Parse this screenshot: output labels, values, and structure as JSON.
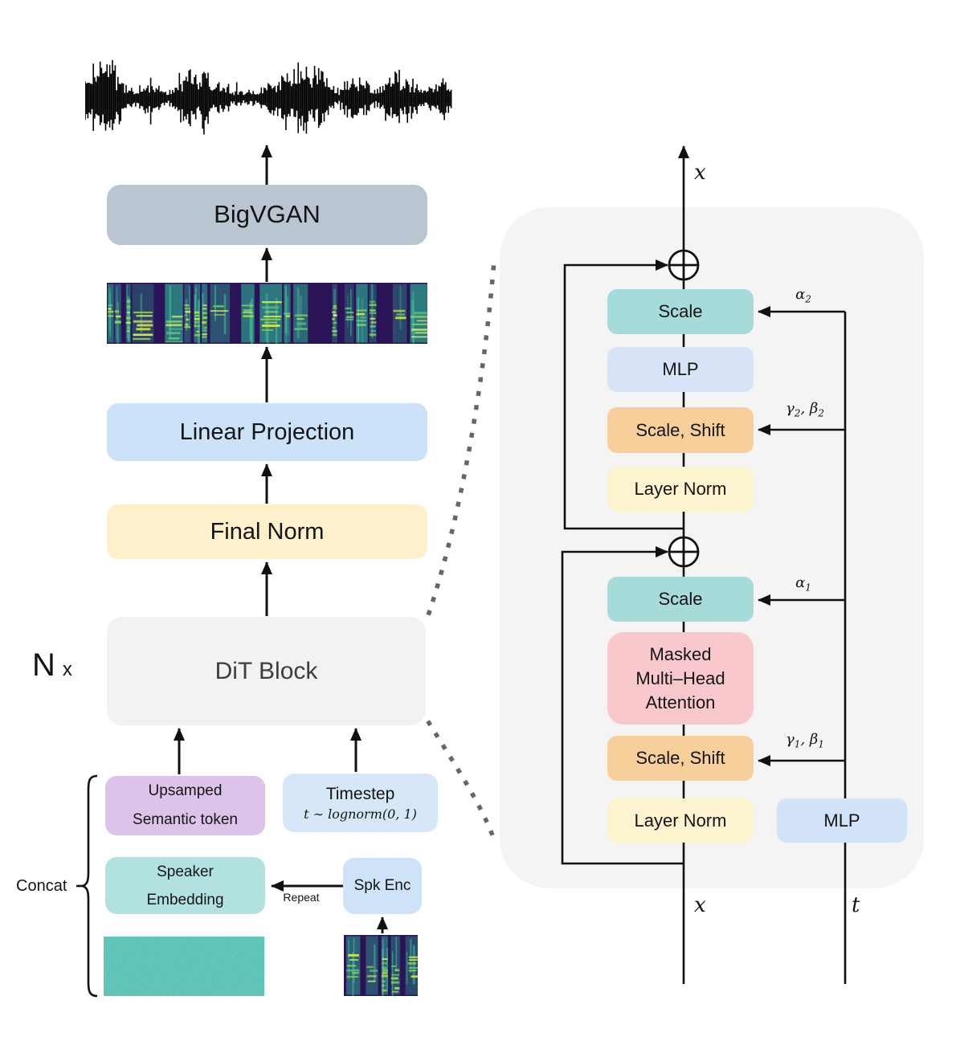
{
  "left": {
    "bigvgan": "BigVGAN",
    "linear_projection": "Linear Projection",
    "final_norm": "Final Norm",
    "dit_block": "DiT Block",
    "n_label": "N",
    "n_times": "x"
  },
  "inputs": {
    "upsampled_line1": "Upsamped",
    "upsampled_line2": "Semantic token",
    "timestep_title": "Timestep",
    "timestep_formula": "t ∼ lognorm(0, 1)",
    "speaker_line1": "Speaker",
    "speaker_line2": "Embedding",
    "spk_enc": "Spk Enc",
    "repeat": "Repeat",
    "concat": "Concat"
  },
  "detail": {
    "output_x": "x",
    "input_x": "x",
    "input_t": "t",
    "scale2": "Scale",
    "mlp2": "MLP",
    "scale_shift2": "Scale, Shift",
    "layer_norm2": "Layer Norm",
    "scale1": "Scale",
    "mha_line1": "Masked",
    "mha_line2": "Multi–Head",
    "mha_line3": "Attention",
    "scale_shift1": "Scale, Shift",
    "layer_norm1": "Layer Norm",
    "mlp_t": "MLP",
    "mods": {
      "alpha": "α",
      "gamma": "γ",
      "beta": "β",
      "sub1": "1",
      "sub2": "2",
      "sep": ","
    }
  },
  "colors": {
    "bigvgan": "#b9c6d2",
    "linear_projection": "#cbe2f9",
    "final_norm": "#fdf0ca",
    "dit_block": "#f2f2f2",
    "upsampled_token": "#dcc3e9",
    "timestep": "#d6e7f8",
    "speaker_embedding": "#b2e2df",
    "spk_enc": "#cfe3f8",
    "panel": "#f4f4f4",
    "scale": "#a6dbd9",
    "mlp": "#d8e3f7",
    "scale_shift": "#f7cf9b",
    "layer_norm": "#fcf3cf",
    "masked_attention": "#f9c8cc",
    "line": "#111111",
    "dotted_connector": "#666666"
  }
}
